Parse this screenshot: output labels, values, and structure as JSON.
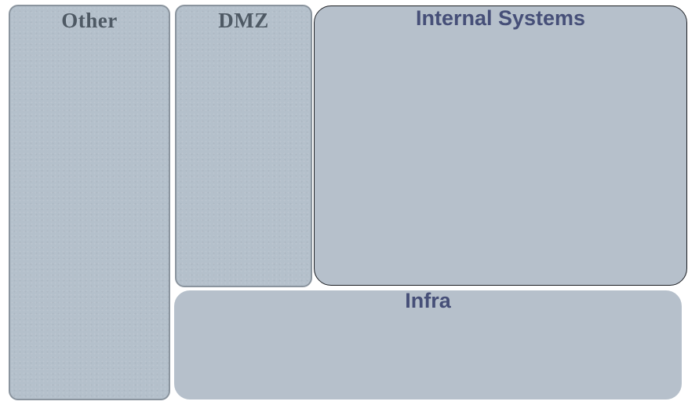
{
  "zones": {
    "other": {
      "label": "Other"
    },
    "dmz": {
      "label": "DMZ"
    },
    "internal": {
      "label": "Internal Systems"
    },
    "infra": {
      "label": "Infra"
    }
  },
  "colors": {
    "zone_fill": "#b6c0cb",
    "textured_fill": "#b4c0cb",
    "serif_label": "#4e5964",
    "sans_label": "#464f78",
    "internal_border": "#1c1f24",
    "left_border": "#8a949e"
  }
}
